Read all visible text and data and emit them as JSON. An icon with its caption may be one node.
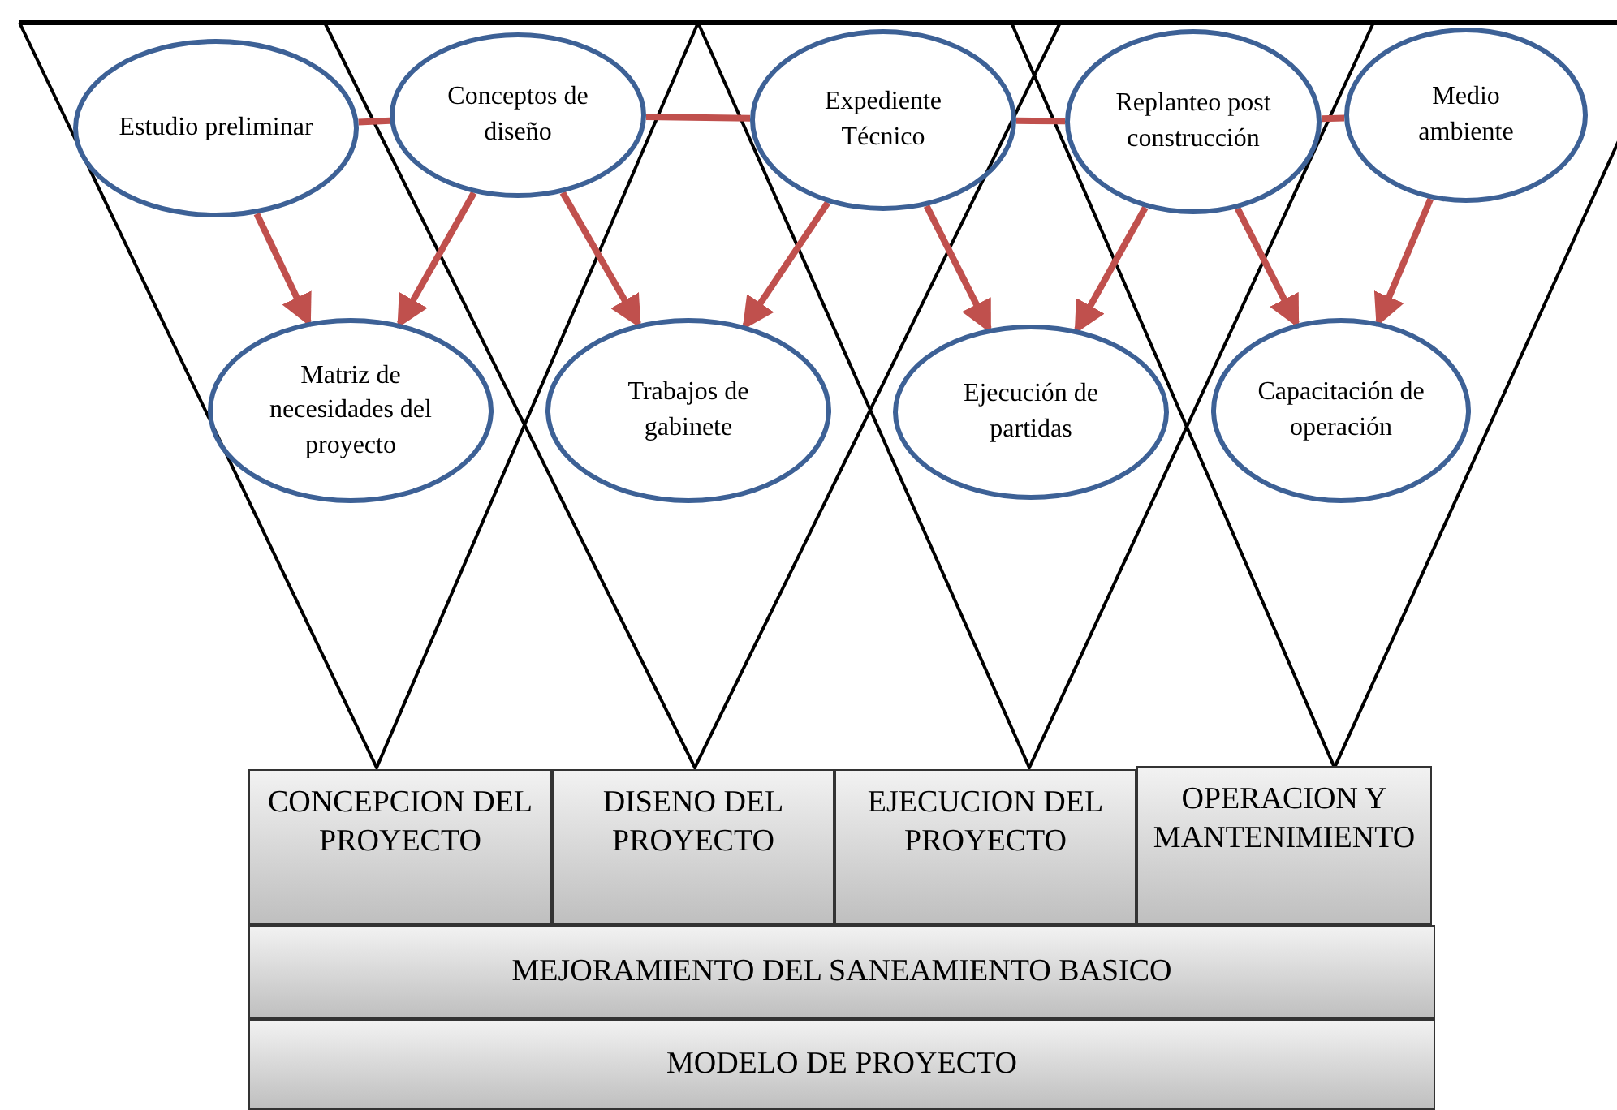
{
  "diagram": {
    "nodes": [
      {
        "text": [
          "Estudio preliminar"
        ]
      },
      {
        "text": [
          "Conceptos de diseño"
        ]
      },
      {
        "text": [
          "Expediente Técnico"
        ]
      },
      {
        "text": [
          "Replanteo post construcción"
        ]
      },
      {
        "text": [
          "Medio ambiente"
        ]
      },
      {
        "text": [
          "Matriz de necesidades del proyecto"
        ]
      },
      {
        "text": [
          "Trabajos de gabinete"
        ]
      },
      {
        "text": [
          "Ejecución de partidas"
        ]
      },
      {
        "text": [
          "Capacitación de operación"
        ]
      },
      {
        "text": [
          "CONCEPCION DEL PROYECTO"
        ]
      },
      {
        "text": [
          "DISENO DEL PROYECTO"
        ]
      },
      {
        "text": [
          "EJECUCION DEL PROYECTO"
        ]
      },
      {
        "text": [
          "OPERACION Y MANTENIMIENTO"
        ]
      },
      {
        "text": [
          "MEJORAMIENTO DEL SANEAMIENTO BASICO"
        ]
      },
      {
        "text": [
          "MODELO DE PROYECTO"
        ]
      }
    ],
    "edges": [
      {
        "from": 0,
        "to": 1,
        "arrow": "none"
      },
      {
        "from": 1,
        "to": 2,
        "arrow": "none"
      },
      {
        "from": 2,
        "to": 3,
        "arrow": "none"
      },
      {
        "from": 3,
        "to": 4,
        "arrow": "none"
      },
      {
        "from": 0,
        "to": 5,
        "arrow": "to"
      },
      {
        "from": 1,
        "to": 5,
        "arrow": "to"
      },
      {
        "from": 1,
        "to": 6,
        "arrow": "to"
      },
      {
        "from": 2,
        "to": 6,
        "arrow": "to"
      },
      {
        "from": 2,
        "to": 7,
        "arrow": "to"
      },
      {
        "from": 3,
        "to": 7,
        "arrow": "to"
      },
      {
        "from": 3,
        "to": 8,
        "arrow": "to"
      },
      {
        "from": 4,
        "to": 8,
        "arrow": "to"
      }
    ]
  }
}
